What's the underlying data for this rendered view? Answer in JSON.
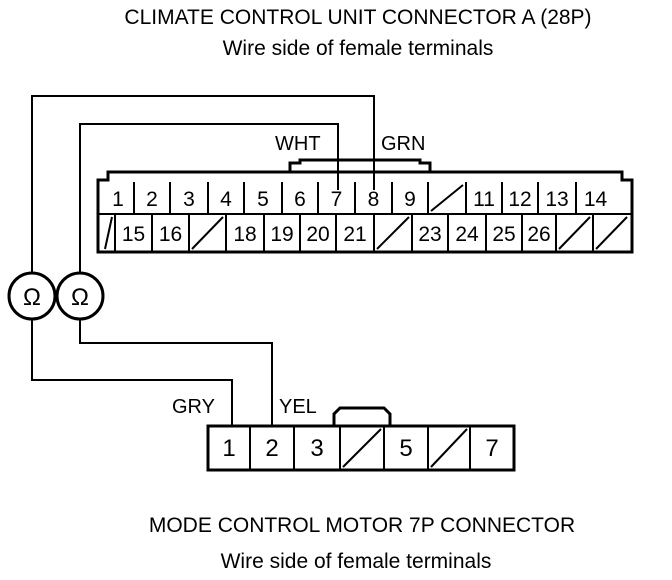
{
  "titles": {
    "connector_a": "CLIMATE CONTROL UNIT CONNECTOR A (28P)",
    "connector_a_sub": "Wire side of female terminals",
    "connector_b": "MODE CONTROL MOTOR 7P CONNECTOR",
    "connector_b_sub": "Wire side of female terminals"
  },
  "connector_a": {
    "row1": [
      "1",
      "2",
      "3",
      "4",
      "5",
      "6",
      "7",
      "8",
      "9",
      "",
      "11",
      "12",
      "13",
      "14"
    ],
    "row2": [
      "",
      "15",
      "16",
      "",
      "18",
      "19",
      "20",
      "21",
      "",
      "23",
      "24",
      "25",
      "26",
      "",
      ""
    ]
  },
  "connector_b": {
    "pins": [
      "1",
      "2",
      "3",
      "",
      "5",
      "",
      "7"
    ]
  },
  "wires": {
    "wht": "WHT",
    "grn": "GRN",
    "gry": "GRY",
    "yel": "YEL"
  },
  "meters": [
    "Ω",
    "Ω"
  ]
}
